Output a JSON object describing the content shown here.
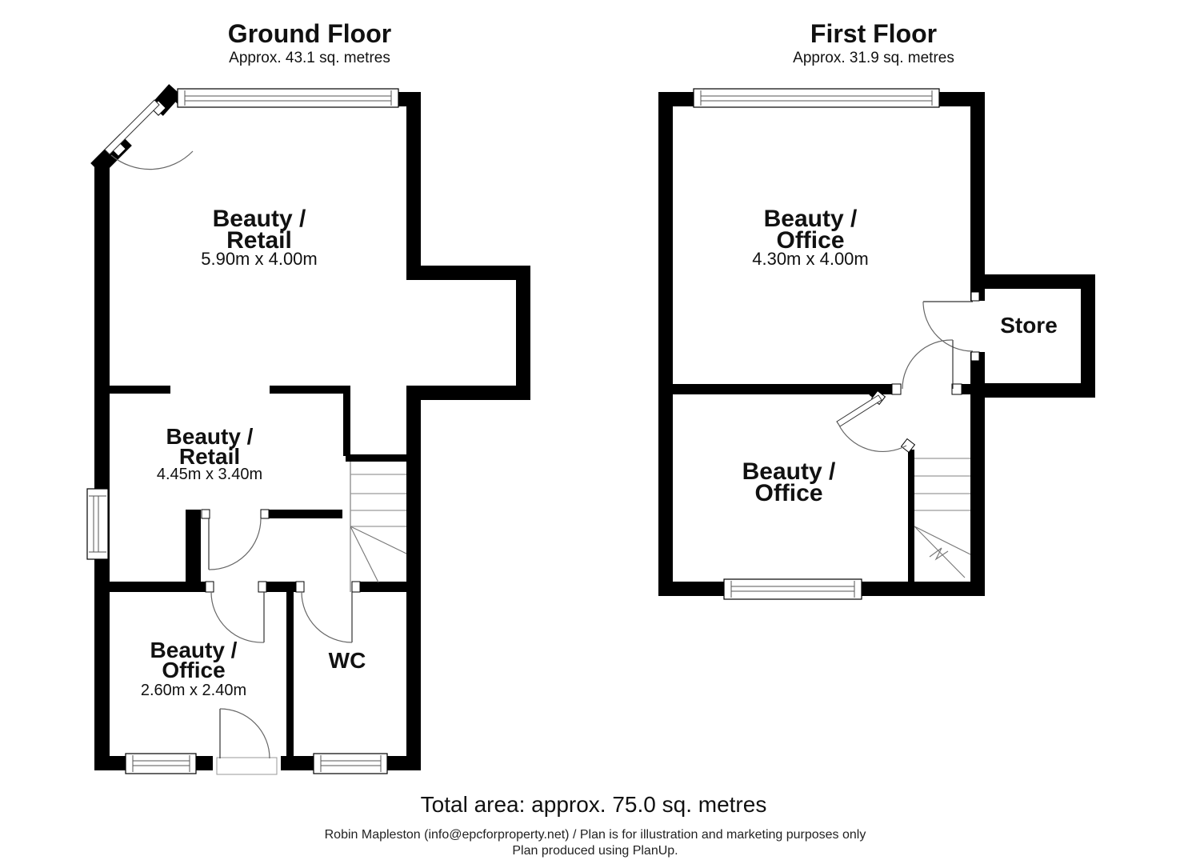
{
  "ground_floor": {
    "title": "Ground Floor",
    "subtitle": "Approx. 43.1 sq. metres",
    "rooms": {
      "main": {
        "line1": "Beauty /",
        "line2": "Retail",
        "dims": "5.90m x 4.00m"
      },
      "middle": {
        "line1": "Beauty /",
        "line2": "Retail",
        "dims": "4.45m x 3.40m"
      },
      "office": {
        "line1": "Beauty /",
        "line2": "Office",
        "dims": "2.60m x 2.40m"
      },
      "wc": {
        "label": "WC"
      }
    }
  },
  "first_floor": {
    "title": "First Floor",
    "subtitle": "Approx. 31.9 sq. metres",
    "rooms": {
      "top": {
        "line1": "Beauty /",
        "line2": "Office",
        "dims": "4.30m x 4.00m"
      },
      "bottom": {
        "line1": "Beauty /",
        "line2": "Office"
      },
      "store": {
        "label": "Store"
      }
    }
  },
  "footer": {
    "total_area": "Total area: approx. 75.0 sq. metres",
    "credit": "Robin Mapleston (info@epcforproperty.net) / Plan is for illustration and marketing purposes only",
    "produced": "Plan produced using PlanUp."
  },
  "colors": {
    "wall": "#000000",
    "background": "#ffffff",
    "arc": "#666666",
    "tread": "#9a9a9a"
  }
}
